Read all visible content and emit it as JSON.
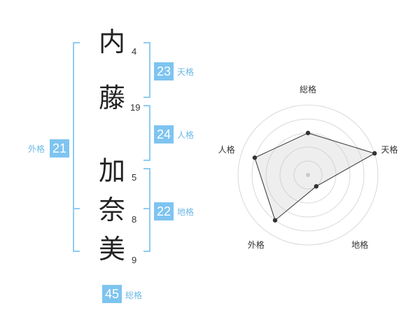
{
  "name": {
    "characters": [
      {
        "char": "内",
        "strokes": "4"
      },
      {
        "char": "藤",
        "strokes": "19"
      },
      {
        "char": "加",
        "strokes": "5"
      },
      {
        "char": "奈",
        "strokes": "8"
      },
      {
        "char": "美",
        "strokes": "9"
      }
    ]
  },
  "fortune": {
    "tenkaku": {
      "value": "23",
      "label": "天格"
    },
    "jinkaku": {
      "value": "24",
      "label": "人格"
    },
    "chikaku": {
      "value": "22",
      "label": "地格"
    },
    "gaikaku": {
      "value": "21",
      "label": "外格"
    },
    "soukaku": {
      "value": "45",
      "label": "総格"
    }
  },
  "chart_data": {
    "type": "radar",
    "axes": [
      "総格",
      "天格",
      "地格",
      "外格",
      "人格"
    ],
    "values": [
      3,
      5,
      1,
      4,
      4
    ],
    "max": 5,
    "rings": 5,
    "grid": true
  }
}
